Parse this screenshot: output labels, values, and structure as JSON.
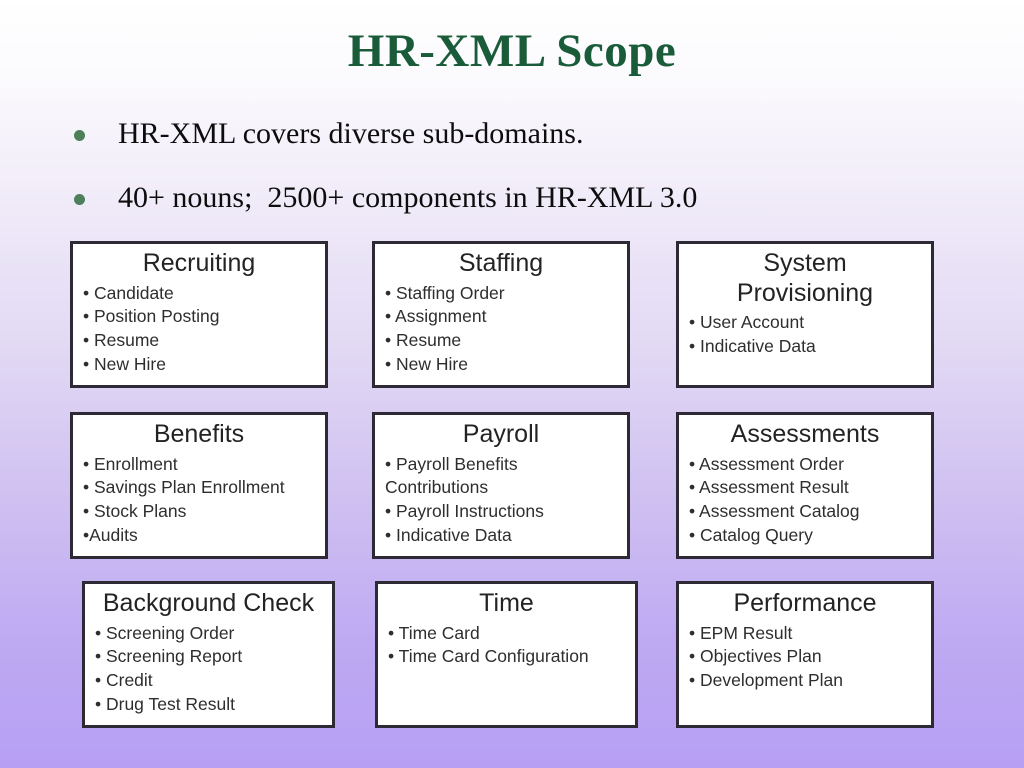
{
  "slide": {
    "title": "HR-XML Scope",
    "bullets": [
      "HR-XML covers diverse sub-domains.",
      "40+ nouns;  2500+ components in HR-XML 3.0"
    ]
  },
  "boxes": [
    {
      "title": "Recruiting",
      "items": [
        "• Candidate",
        "• Position Posting",
        "• Resume",
        "• New Hire"
      ]
    },
    {
      "title": "Staffing",
      "items": [
        "• Staffing Order",
        "• Assignment",
        "• Resume",
        "• New Hire"
      ]
    },
    {
      "title": "System Provisioning",
      "items": [
        "• User Account",
        "• Indicative Data"
      ]
    },
    {
      "title": "Benefits",
      "items": [
        "• Enrollment",
        "• Savings Plan Enrollment",
        "• Stock Plans",
        "•Audits"
      ]
    },
    {
      "title": "Payroll",
      "items": [
        "• Payroll Benefits Contributions",
        "• Payroll Instructions",
        "• Indicative Data"
      ]
    },
    {
      "title": "Assessments",
      "items": [
        "• Assessment Order",
        "• Assessment Result",
        "• Assessment Catalog",
        "• Catalog Query"
      ]
    },
    {
      "title": "Background Check",
      "items": [
        "• Screening Order",
        "• Screening Report",
        "• Credit",
        "• Drug Test Result"
      ]
    },
    {
      "title": "Time",
      "items": [
        "• Time Card",
        "• Time Card Configuration"
      ]
    },
    {
      "title": "Performance",
      "items": [
        "• EPM Result",
        "• Objectives Plan",
        "• Development Plan"
      ]
    }
  ],
  "colors": {
    "title_green": "#1a5c3a",
    "bullet_dot_green": "#4d7f58",
    "box_border": "#2e2a35",
    "box_background": "#ffffff",
    "background_top": "#ffffff",
    "background_bottom": "#b7a0f4"
  }
}
